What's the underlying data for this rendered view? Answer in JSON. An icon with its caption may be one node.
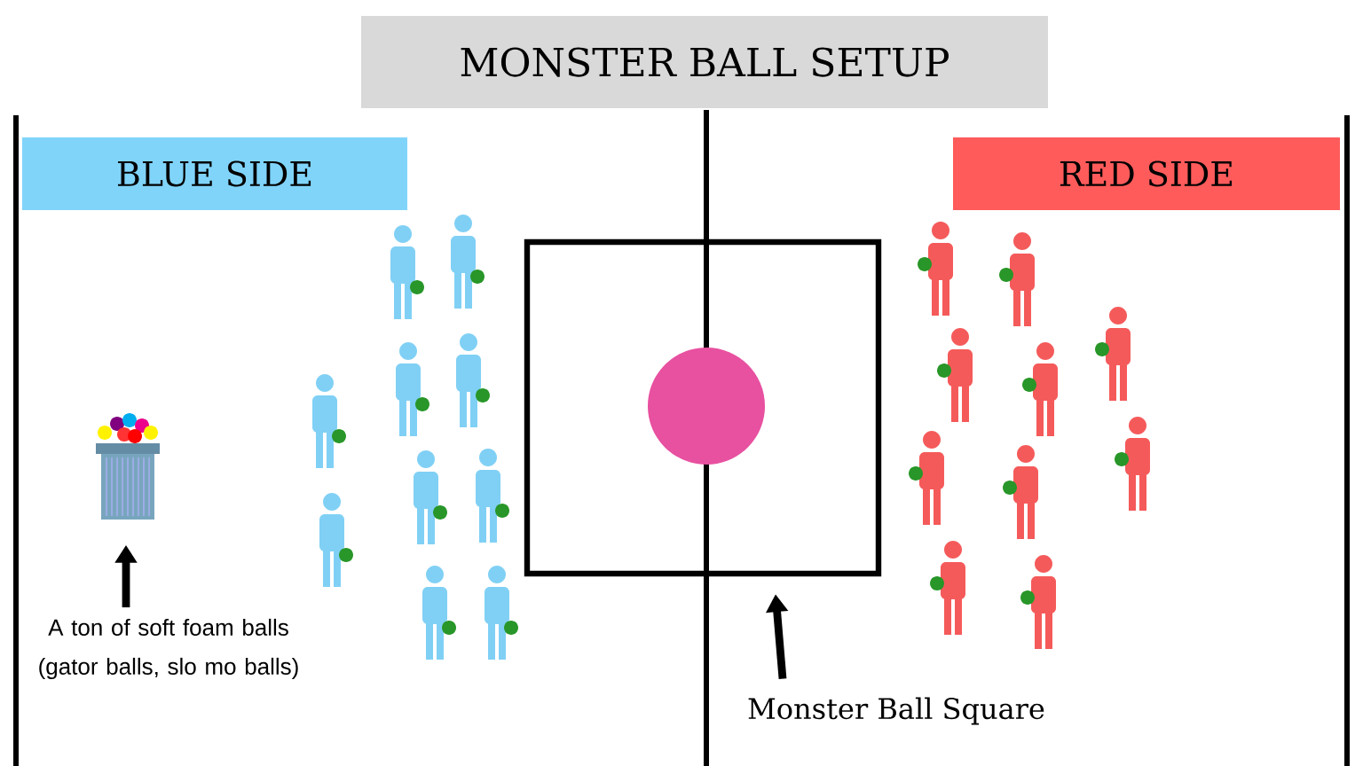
{
  "diagram": {
    "title": "MONSTER BALL SETUP",
    "nodes": [
      {
        "text": [
          "BLUE SIDE"
        ]
      },
      {
        "text": [
          "RED SIDE"
        ]
      },
      {
        "text": [],
        "shape": "picture"
      },
      {
        "text": [
          "A ton of soft foam balls (gator balls, slo mo balls)"
        ]
      },
      {
        "text": [],
        "shape": "box"
      },
      {
        "text": [
          "Monster Ball Square"
        ]
      }
    ],
    "edges": [
      {
        "from": 3,
        "to": 2,
        "arrow": "to"
      },
      {
        "from": 5,
        "to": 4,
        "arrow": "to"
      }
    ]
  }
}
